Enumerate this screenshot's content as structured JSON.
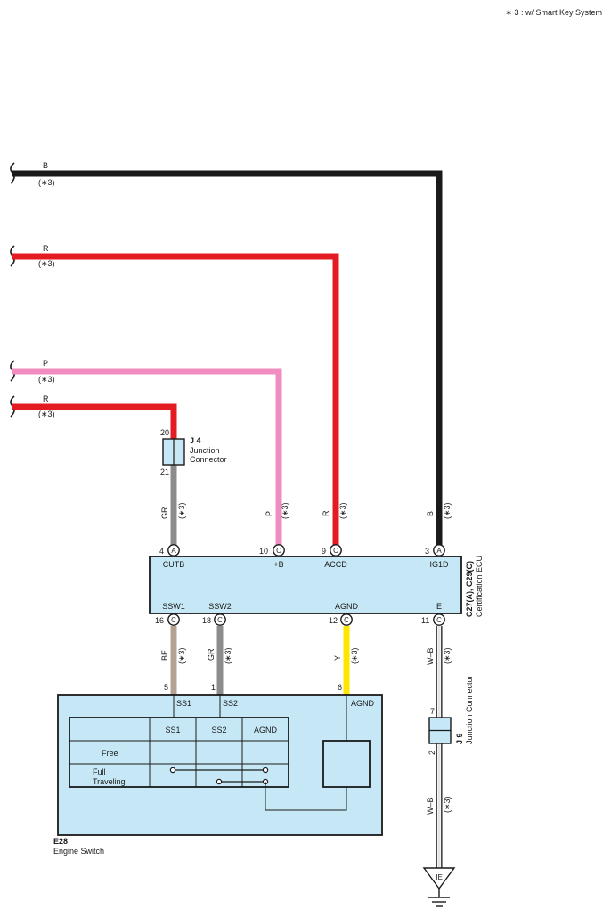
{
  "note": "∗ 3 : w/ Smart Key System",
  "colors": {
    "B": "#1a1a1a",
    "R": "#e31b23",
    "P": "#f08cc0",
    "GR": "#8c8c8c",
    "BE": "#b4a393",
    "Y": "#ffe600",
    "WB": "#f4f4f4",
    "component_fill": "#c6e8f6",
    "outline": "#1a1a1a"
  },
  "wires": {
    "top_b": {
      "color": "B",
      "tag": "(∗3)"
    },
    "top_r": {
      "color": "R",
      "tag": "(∗3)"
    },
    "mid_p": {
      "color": "P",
      "tag": "(∗3)"
    },
    "mid_r": {
      "color": "R",
      "tag": "(∗3)"
    },
    "ecu_gr": {
      "color": "GR",
      "tag": "(∗3)"
    },
    "ecu_p": {
      "color": "P",
      "tag": "(∗3)"
    },
    "ecu_r": {
      "color": "R",
      "tag": "(∗3)"
    },
    "ecu_b": {
      "color": "B",
      "tag": "(∗3)"
    },
    "sw_be": {
      "color": "BE",
      "tag": "(∗3)"
    },
    "sw_gr": {
      "color": "GR",
      "tag": "(∗3)"
    },
    "sw_y": {
      "color": "Y",
      "tag": "(∗3)"
    },
    "e_wb_upper": {
      "color": "W–B",
      "tag": "(∗3)"
    },
    "e_wb_lower": {
      "color": "W–B",
      "tag": "(∗3)"
    }
  },
  "j4": {
    "code": "J 4",
    "name_line1": "Junction",
    "name_line2": "Connector",
    "pin_in": "20",
    "pin_out": "21"
  },
  "j9": {
    "code": "J 9",
    "name": "Junction Connector",
    "pin_in": "7",
    "pin_out": "2"
  },
  "ecu": {
    "code": "C27(A), C29(C)",
    "name": "Certification ECU",
    "top_pins": [
      {
        "num": "4",
        "conn": "A",
        "label": "CUTB"
      },
      {
        "num": "10",
        "conn": "C",
        "label": "+B"
      },
      {
        "num": "9",
        "conn": "C",
        "label": "ACCD"
      },
      {
        "num": "3",
        "conn": "A",
        "label": "IG1D"
      }
    ],
    "bottom_pins": [
      {
        "num": "16",
        "conn": "C",
        "label": "SSW1"
      },
      {
        "num": "18",
        "conn": "C",
        "label": "SSW2"
      },
      {
        "num": "12",
        "conn": "C",
        "label": "AGND"
      },
      {
        "num": "11",
        "conn": "C",
        "label": "E"
      }
    ]
  },
  "engine_switch": {
    "code": "E28",
    "name": "Engine Switch",
    "pins": [
      {
        "num": "5",
        "label": "SS1"
      },
      {
        "num": "1",
        "label": "SS2"
      },
      {
        "num": "6",
        "label": "AGND"
      }
    ],
    "table_headers": [
      "SS1",
      "SS2",
      "AGND"
    ],
    "rows": [
      "Free",
      "Full",
      "Traveling"
    ]
  },
  "ground": {
    "label": "IE"
  }
}
